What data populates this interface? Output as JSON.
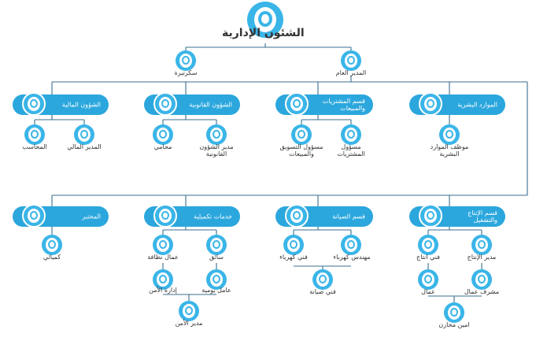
{
  "root": {
    "title": "الشئون الإدارية"
  },
  "top": {
    "gm": "المدير العام",
    "secretary": "سكرتيرة"
  },
  "depts_row1": {
    "finance": "الشؤون المالية",
    "legal": "الشؤون القانونية",
    "purchasing": "قسم المشتريات والمبيعات",
    "hr": "الموارد البشرية"
  },
  "staff_row1": {
    "accountant": "المحاسب",
    "finance_manager": "المدير المالي",
    "lawyer": "محامي",
    "legal_manager": "مدير الشؤون القانونية",
    "marketing_officer": "مسؤول التسويق والمبيعات",
    "purchasing_officer": "مسؤول المشتريات",
    "hr_officer": "موظف الموارد البشرية"
  },
  "depts_row2": {
    "lab": "المختبر",
    "support": "خدمات تكميلية",
    "maintenance": "قسم الصيانة",
    "production": "قسم الإنتاج والتشغيل"
  },
  "staff_row2": {
    "chemist": "كميائي",
    "cleaner": "عمال نظافة",
    "driver": "سائق",
    "security_admin": "إدارة الأمن",
    "daily_worker": "عامل يومية",
    "security_manager": "مدير الأمن",
    "electrician": "فني كهرباء",
    "electrical_engineer": "مهندس كهرباء",
    "maintenance_tech": "فني صيانة",
    "production_tech": "فني انتاج",
    "production_manager": "مدير الإنتاج",
    "workers": "عمال",
    "workers_supervisor": "مشرف عمال",
    "warehouse_keeper": "امين مخازن"
  }
}
